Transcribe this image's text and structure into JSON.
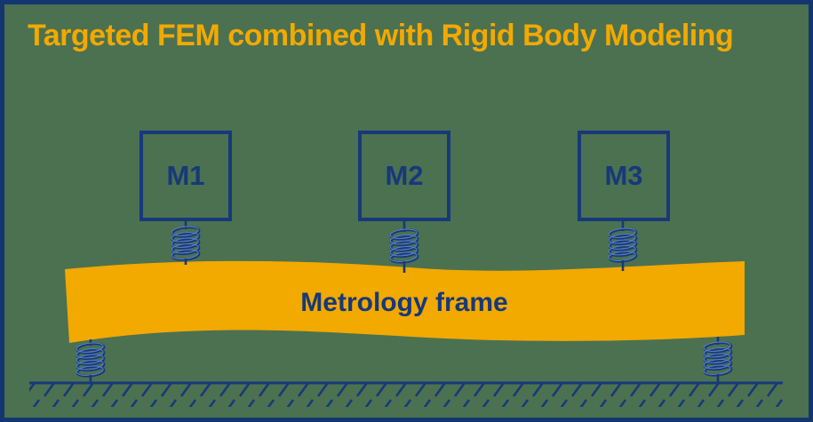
{
  "title": "Targeted FEM combined with Rigid Body Modeling",
  "masses": [
    {
      "label": "M1"
    },
    {
      "label": "M2"
    },
    {
      "label": "M3"
    }
  ],
  "frame": {
    "label": "Metrology frame"
  },
  "colors": {
    "accent_orange": "#F2A900",
    "navy": "#17397A",
    "border_navy": "#14366E",
    "background_green": "#4B7151",
    "spring_highlight": "#5E82C6"
  }
}
